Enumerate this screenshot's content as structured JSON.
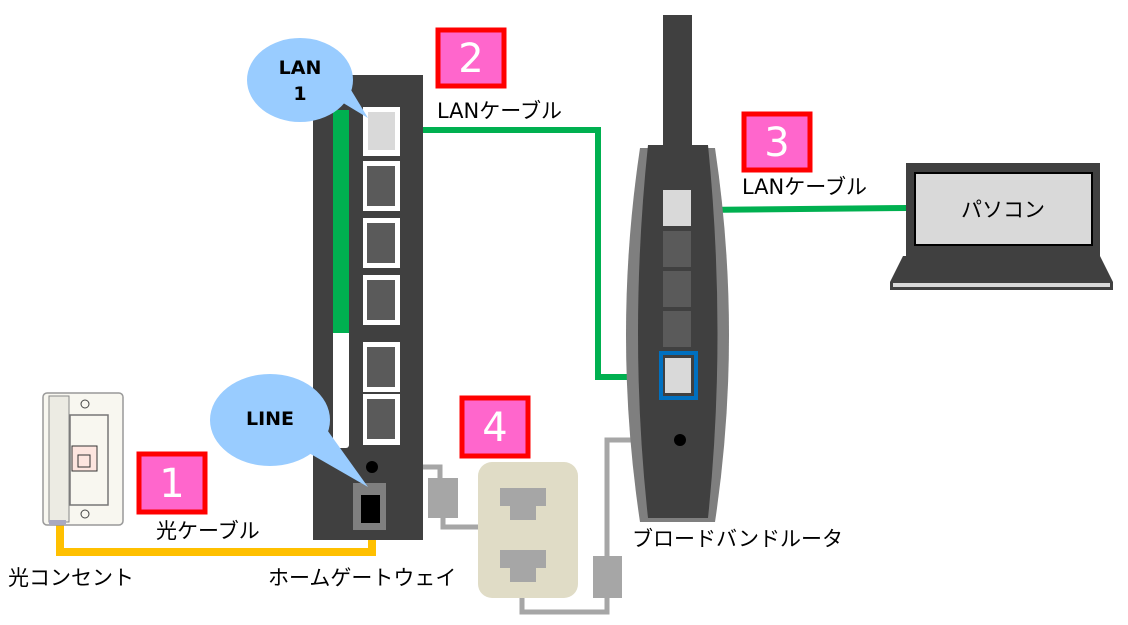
{
  "colors": {
    "device_dark": "#404040",
    "lan_cable": "#00b050",
    "fiber_cable": "#ffc000",
    "power_cable": "#a6a6a6",
    "badge_fill": "#ff66cc",
    "badge_border": "#ff0000",
    "bubble": "#99ccff",
    "active_port_border": "#0070c0"
  },
  "badges": [
    "1",
    "2",
    "3",
    "4"
  ],
  "bubbles": {
    "lan_line1": "LAN",
    "lan_line2": "1",
    "line": "LINE"
  },
  "labels": {
    "fiber_cable": "光ケーブル",
    "optical_outlet": "光コンセント",
    "home_gateway": "ホームゲートウェイ",
    "lan_cable_1": "LANケーブル",
    "lan_cable_2": "LANケーブル",
    "router": "ブロードバンドルータ",
    "pc": "パソコン"
  }
}
